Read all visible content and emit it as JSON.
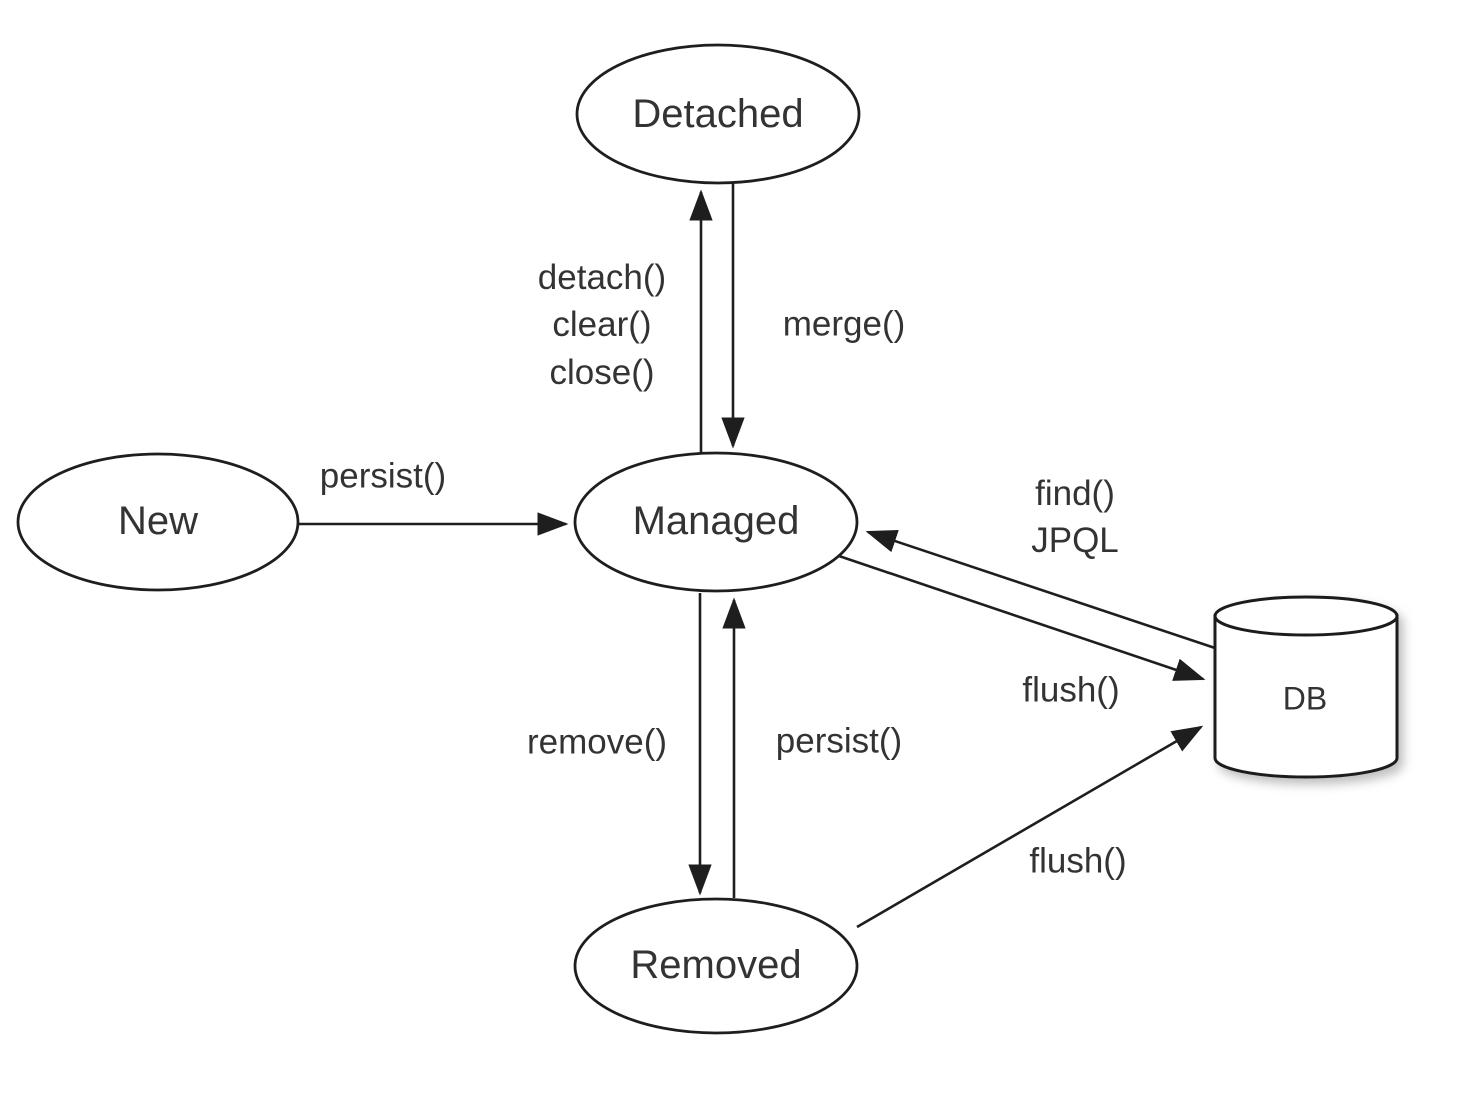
{
  "nodes": {
    "new": {
      "label": "New"
    },
    "detached": {
      "label": "Detached"
    },
    "managed": {
      "label": "Managed"
    },
    "removed": {
      "label": "Removed"
    },
    "db": {
      "label": "DB"
    }
  },
  "edges": {
    "new_to_managed": {
      "label": "persist()"
    },
    "managed_to_detached": {
      "labels": [
        "detach()",
        "clear()",
        "close()"
      ]
    },
    "detached_to_managed": {
      "label": "merge()"
    },
    "managed_to_removed": {
      "label": "remove()"
    },
    "removed_to_managed": {
      "label": "persist()"
    },
    "db_to_managed": {
      "labels": [
        "find()",
        "JPQL"
      ]
    },
    "managed_to_db": {
      "label": "flush()"
    },
    "removed_to_db": {
      "label": "flush()"
    }
  },
  "colors": {
    "line": "#1e1e1e",
    "text": "#333333",
    "background": "#ffffff"
  }
}
